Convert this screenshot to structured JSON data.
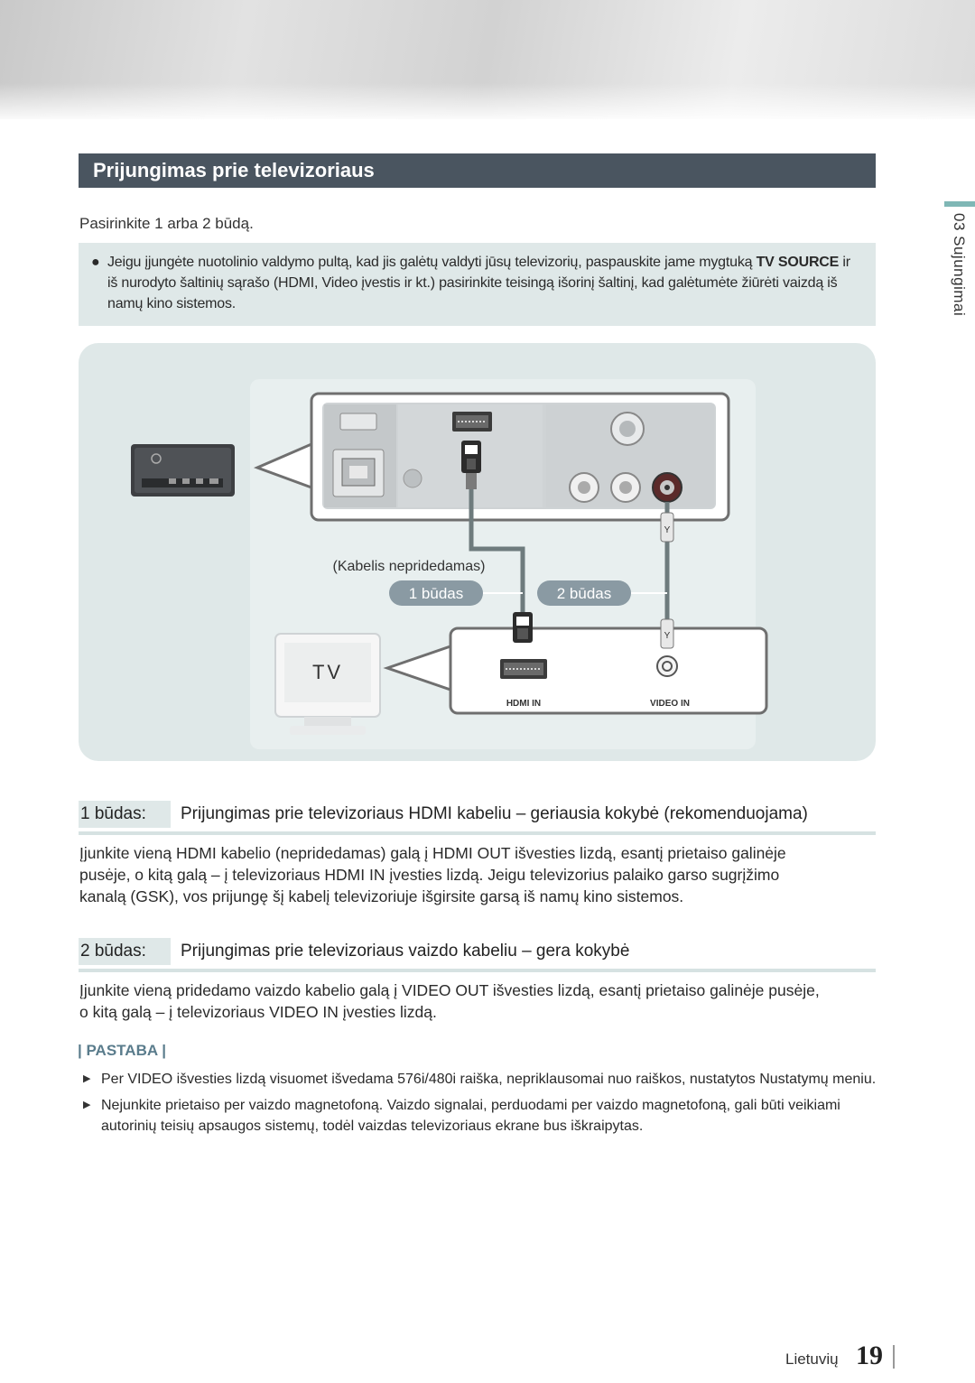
{
  "page": {
    "title": "Prijungimas prie televizoriaus",
    "intro": "Pasirinkite 1 arba 2 būdą.",
    "side_label": "03   Sujungimai"
  },
  "info": {
    "bullet": "●",
    "line1_before": "Jeigu įjungėte nuotolinio valdymo pultą, kad jis galėtų valdyti jūsų televizorių, paspauskite jame mygtuką ",
    "line1_bold": "TV SOURCE",
    "line1_after": " ir",
    "line2": "iš nurodyto šaltinių sąrašo (HDMI, Video įvestis ir kt.) pasirinkite teisingą išorinį šaltinį, kad galėtumėte žiūrėti vaizdą iš",
    "line3": "namų kino sistemos."
  },
  "diagram": {
    "cable_label": "(Kabelis nepridedamas)",
    "method1_pill": "1 būdas",
    "method2_pill": "2 būdas",
    "tv_label": "TV",
    "hdmi_in": "HDMI IN",
    "video_in": "VIDEO IN",
    "y_label": "Y"
  },
  "method1": {
    "tag": "1 būdas:",
    "title": "Prijungimas prie televizoriaus HDMI kabeliu – geriausia kokybė (rekomenduojama)",
    "line1": "Įjunkite vieną HDMI kabelio (nepridedamas) galą į HDMI OUT išvesties lizdą, esantį prietaiso galinėje",
    "line2": "pusėje, o kitą galą – į televizoriaus HDMI IN įvesties lizdą. Jeigu televizorius palaiko garso sugrįžimo",
    "line3": "kanalą (GSK), vos prijungę šį kabelį televizoriuje išgirsite garsą iš namų kino sistemos."
  },
  "method2": {
    "tag": "2 būdas:",
    "title": "Prijungimas prie televizoriaus vaizdo kabeliu – gera kokybė",
    "line1": "Įjunkite vieną pridedamo vaizdo kabelio galą į VIDEO OUT išvesties lizdą, esantį prietaiso galinėje pusėje,",
    "line2": "o kitą galą – į televizoriaus VIDEO IN įvesties lizdą."
  },
  "note": {
    "label": "| PASTABA |",
    "items": [
      {
        "text": "Per VIDEO išvesties lizdą visuomet išvedama 576i/480i raiška, nepriklausomai nuo raiškos, nustatytos Nustatymų meniu."
      },
      {
        "text": "Nejunkite prietaiso per vaizdo magnetofoną. Vaizdo signalai, perduodami per vaizdo magnetofoną, gali būti veikiami",
        "text2": "autorinių teisių apsaugos sistemų, todėl vaizdas televizoriaus ekrane bus iškraipytas."
      }
    ]
  },
  "footer": {
    "language": "Lietuvių",
    "page_number": "19"
  },
  "colors": {
    "title_bar": "#4a5560",
    "panel": "#dfe8e8",
    "pill": "#8a9aa3",
    "cable": "#6e7b7d",
    "note_label": "#5a7c8c"
  },
  "icons": [
    "bullet-dot-icon",
    "device-back-panel-icon",
    "hdmi-port-icon",
    "video-port-icon",
    "tv-icon",
    "note-arrow-icon"
  ]
}
